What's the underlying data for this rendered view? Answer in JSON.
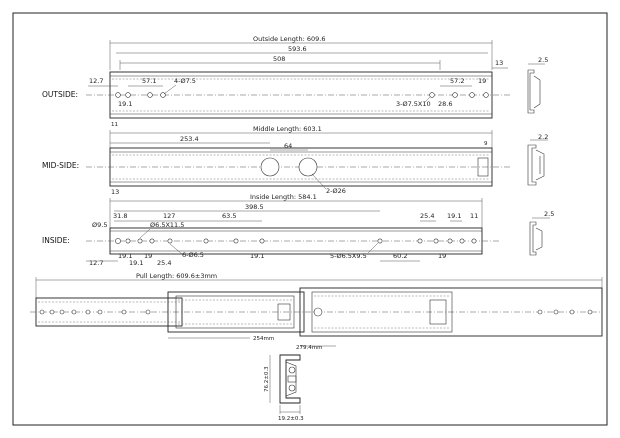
{
  "outside": {
    "row_label": "OUTSIDE:",
    "total": "Outside Length: 609.6",
    "d1": "593.6",
    "d2": "508",
    "d3": "12.7",
    "d4": "57.1",
    "d5": "4-Ø7.5",
    "d6": "19.1",
    "d7": "3-Ø7.5X10",
    "d8": "28.6",
    "d9": "57.2",
    "d10": "19",
    "d11": "13",
    "d12": "11",
    "side_dim": "2.5"
  },
  "middle": {
    "row_label": "MID-SIDE:",
    "total": "Middle Length: 603.1",
    "d1": "253.4",
    "d2": "64",
    "d3": "2-Ø26",
    "d4": "9",
    "d5": "13",
    "side_dim": "2.2"
  },
  "inside": {
    "row_label": "INSIDE:",
    "total": "Inside Length: 584.1",
    "d1": "398.5",
    "d2": "31.8",
    "d3": "127",
    "d4": "63.5",
    "d5": "Ø9.5",
    "d6": "Ø6.5X11.5",
    "d7": "6-Ø6.5",
    "d8": "12.7",
    "d9": "19.1",
    "d10": "19",
    "d11": "25.4",
    "d12": "19.1",
    "d13": "5-Ø6.5X9.5",
    "d14": "60.2",
    "d15": "19",
    "d16": "25.4",
    "d17": "19.1",
    "d18": "11",
    "side_dim": "2.5"
  },
  "pull": {
    "total": "Pull Length: 609.6±3mm",
    "d1": "254mm",
    "d2": "279.4mm"
  },
  "section": {
    "height": "76.2±0.3",
    "width": "19.2±0.3"
  }
}
